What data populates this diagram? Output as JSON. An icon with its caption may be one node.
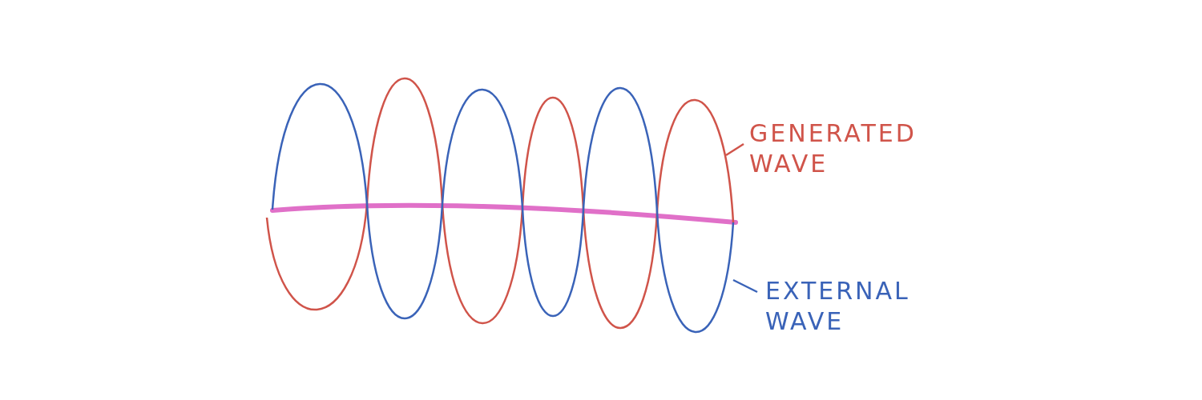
{
  "diagram": {
    "nodes": [
      {
        "text": [],
        "shape": "wave"
      },
      {
        "text": [],
        "shape": "wave"
      },
      {
        "text": [
          "GENERATED WAVE"
        ]
      },
      {
        "text": [
          "EXTERNAL WAVE"
        ]
      }
    ],
    "edges": [
      {
        "from": 2,
        "to": 0,
        "arrow": "none",
        "color": "#d0544a"
      },
      {
        "from": 3,
        "to": 1,
        "arrow": "none",
        "color": "#3a63b8"
      }
    ]
  }
}
